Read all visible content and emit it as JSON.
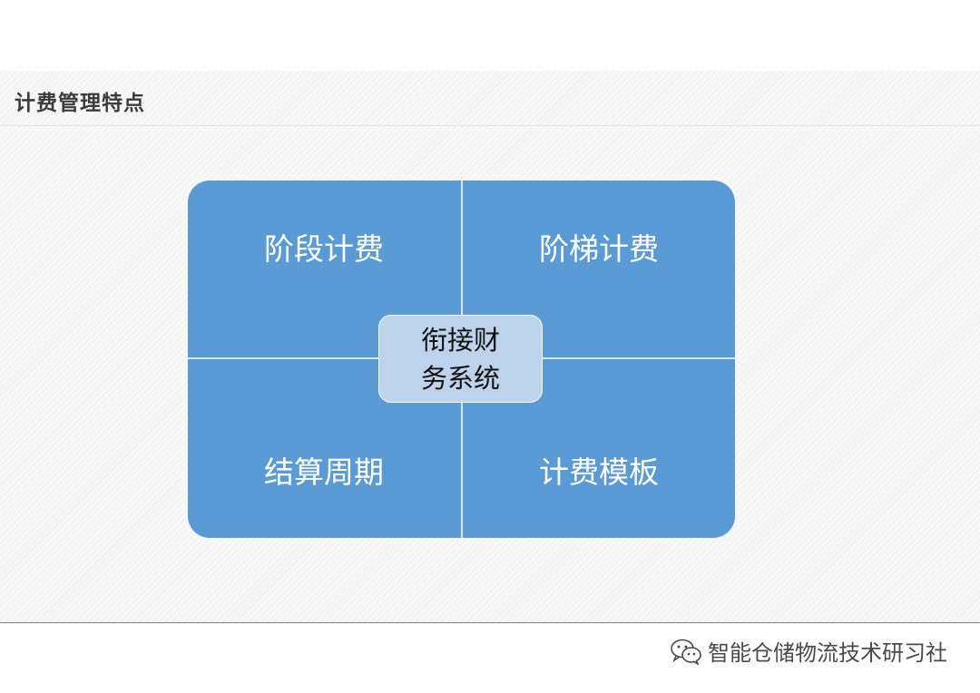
{
  "slide": {
    "title": "计费管理特点"
  },
  "diagram": {
    "quadrants": [
      {
        "label": "阶段计费"
      },
      {
        "label": "阶梯计费"
      },
      {
        "label": "结算周期"
      },
      {
        "label": "计费模板"
      }
    ],
    "center": {
      "line1": "衔接财",
      "line2": "务系统"
    },
    "colors": {
      "quadrant_fill": "#5b9bd5",
      "center_fill": "#bdd3ec",
      "divider": "#d6e6f5"
    }
  },
  "watermark": {
    "icon": "wechat-icon",
    "text": "智能仓储物流技术研习社"
  }
}
